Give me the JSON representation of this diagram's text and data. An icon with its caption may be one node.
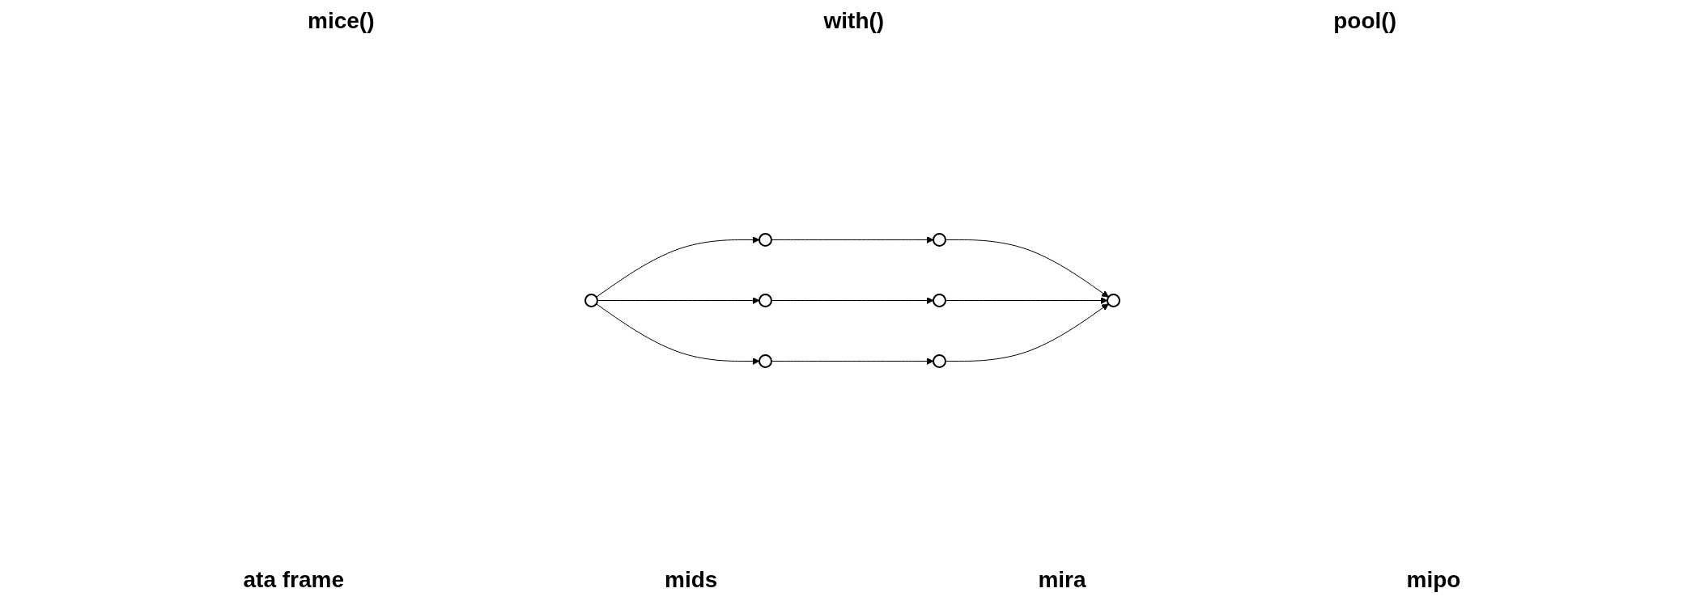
{
  "diagram": {
    "nodes": [
      {
        "text": [],
        "shape": "circle"
      },
      {
        "text": [],
        "shape": "circle"
      },
      {
        "text": [],
        "shape": "circle"
      },
      {
        "text": [],
        "shape": "circle"
      },
      {
        "text": [],
        "shape": "circle"
      },
      {
        "text": [],
        "shape": "circle"
      },
      {
        "text": [],
        "shape": "circle"
      },
      {
        "text": [],
        "shape": "circle"
      }
    ],
    "edges": [
      {
        "from": 0,
        "to": 1,
        "arrow": "to"
      },
      {
        "from": 0,
        "to": 2,
        "arrow": "to"
      },
      {
        "from": 0,
        "to": 3,
        "arrow": "to"
      },
      {
        "from": 1,
        "to": 4,
        "arrow": "to"
      },
      {
        "from": 2,
        "to": 5,
        "arrow": "to"
      },
      {
        "from": 3,
        "to": 6,
        "arrow": "to"
      },
      {
        "from": 4,
        "to": 7,
        "arrow": "to"
      },
      {
        "from": 5,
        "to": 7,
        "arrow": "to"
      },
      {
        "from": 6,
        "to": 7,
        "arrow": "to"
      }
    ],
    "labels": [
      "mice()",
      "with()",
      "pool()",
      "ata frame",
      "mids",
      "mira",
      "mipo"
    ]
  }
}
